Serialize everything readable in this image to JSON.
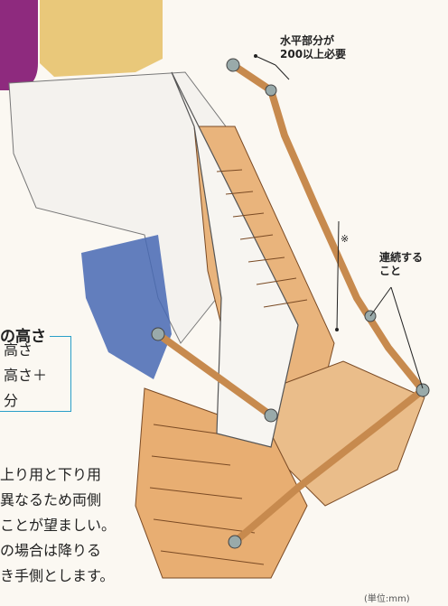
{
  "labels": {
    "horizontal_note": [
      "水平部分が",
      "200以上必要"
    ],
    "continuous_note": [
      "連続する",
      "こと"
    ],
    "mark": "※",
    "unit": "(単位:mm)"
  },
  "height_box": {
    "title": "の高さ",
    "lines": [
      "高さ",
      "高さ＋",
      "分"
    ]
  },
  "body_text": [
    "上り用と下り用",
    "異なるため両側",
    "ことが望ましい。",
    "の場合は降りる",
    "き手側とします。"
  ],
  "colors": {
    "accent_purple": "#8e2a7e",
    "box_border": "#2a9fc9",
    "wood": "#d9a46a",
    "wall_blue": "#3e5ea8"
  }
}
